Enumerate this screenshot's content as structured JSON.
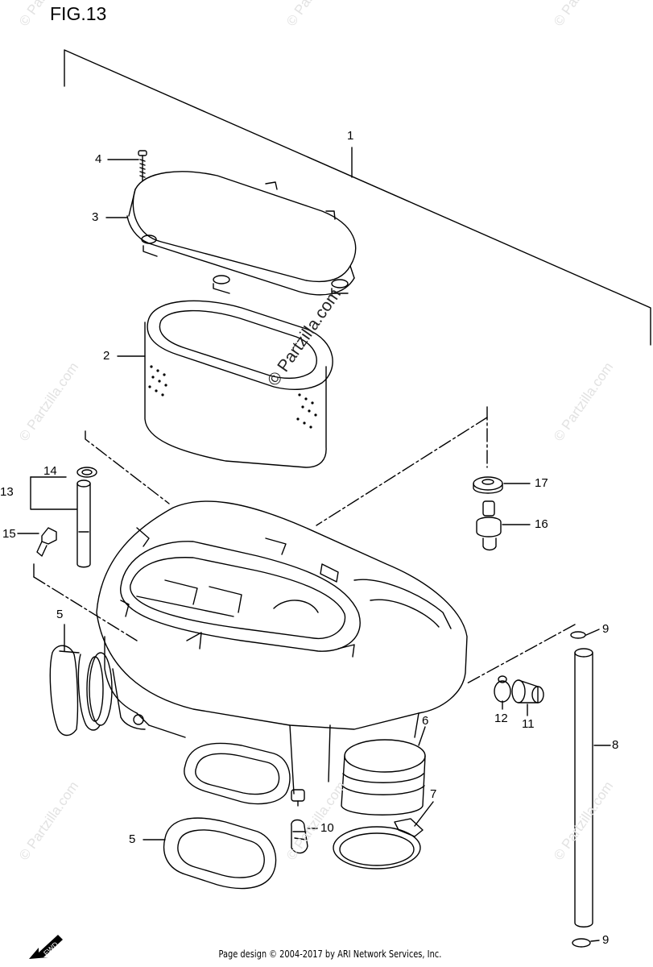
{
  "figure": {
    "title": "FIG.13",
    "watermark": "© Partzilla.com",
    "footer": "Page design © 2004-2017 by ARI Network Services, Inc.",
    "fwd_label": "FWD"
  },
  "callouts": [
    {
      "id": "1",
      "label": "1"
    },
    {
      "id": "2",
      "label": "2"
    },
    {
      "id": "3",
      "label": "3"
    },
    {
      "id": "4",
      "label": "4"
    },
    {
      "id": "5a",
      "label": "5"
    },
    {
      "id": "5b",
      "label": "5"
    },
    {
      "id": "6",
      "label": "6"
    },
    {
      "id": "7",
      "label": "7"
    },
    {
      "id": "8",
      "label": "8"
    },
    {
      "id": "9a",
      "label": "9"
    },
    {
      "id": "9b",
      "label": "9"
    },
    {
      "id": "10",
      "label": "10"
    },
    {
      "id": "11",
      "label": "11"
    },
    {
      "id": "12",
      "label": "12"
    },
    {
      "id": "13",
      "label": "13"
    },
    {
      "id": "14",
      "label": "14"
    },
    {
      "id": "15",
      "label": "15"
    },
    {
      "id": "16",
      "label": "16"
    },
    {
      "id": "17",
      "label": "17"
    }
  ]
}
